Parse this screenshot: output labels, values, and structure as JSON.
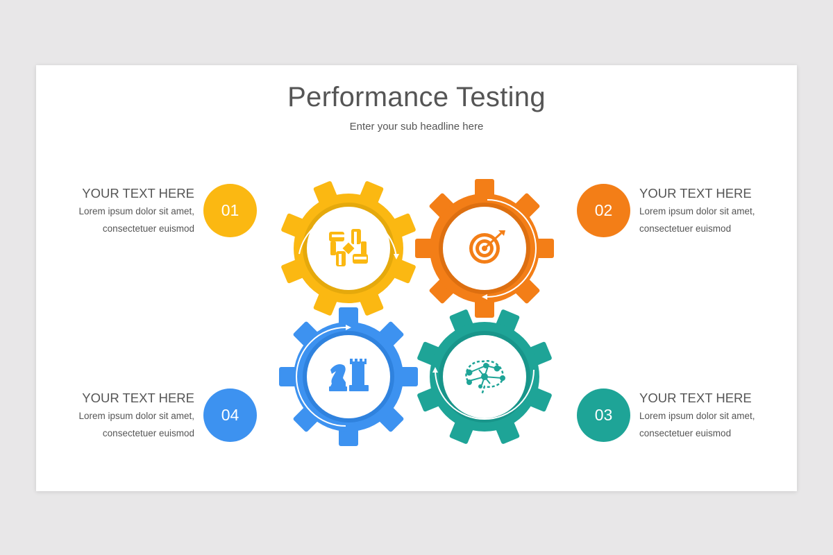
{
  "slide": {
    "title": "Performance Testing",
    "subtitle": "Enter your sub headline here"
  },
  "steps": [
    {
      "number": "01",
      "heading": "YOUR TEXT HERE",
      "line1": "Lorem ipsum dolor sit amet,",
      "line2": "consectetuer euismod",
      "color": "#fbb812",
      "icon": "teamwork-hands-icon"
    },
    {
      "number": "02",
      "heading": "YOUR TEXT HERE",
      "line1": "Lorem ipsum dolor sit amet,",
      "line2": "consectetuer euismod",
      "color": "#f37e17",
      "icon": "target-arrow-icon"
    },
    {
      "number": "03",
      "heading": "YOUR TEXT HERE",
      "line1": "Lorem ipsum dolor sit amet,",
      "line2": "consectetuer euismod",
      "color": "#1ea497",
      "icon": "brain-network-icon"
    },
    {
      "number": "04",
      "heading": "YOUR TEXT HERE",
      "line1": "Lorem ipsum dolor sit amet,",
      "line2": "consectetuer euismod",
      "color": "#3d92f0",
      "icon": "chess-strategy-icon"
    }
  ]
}
